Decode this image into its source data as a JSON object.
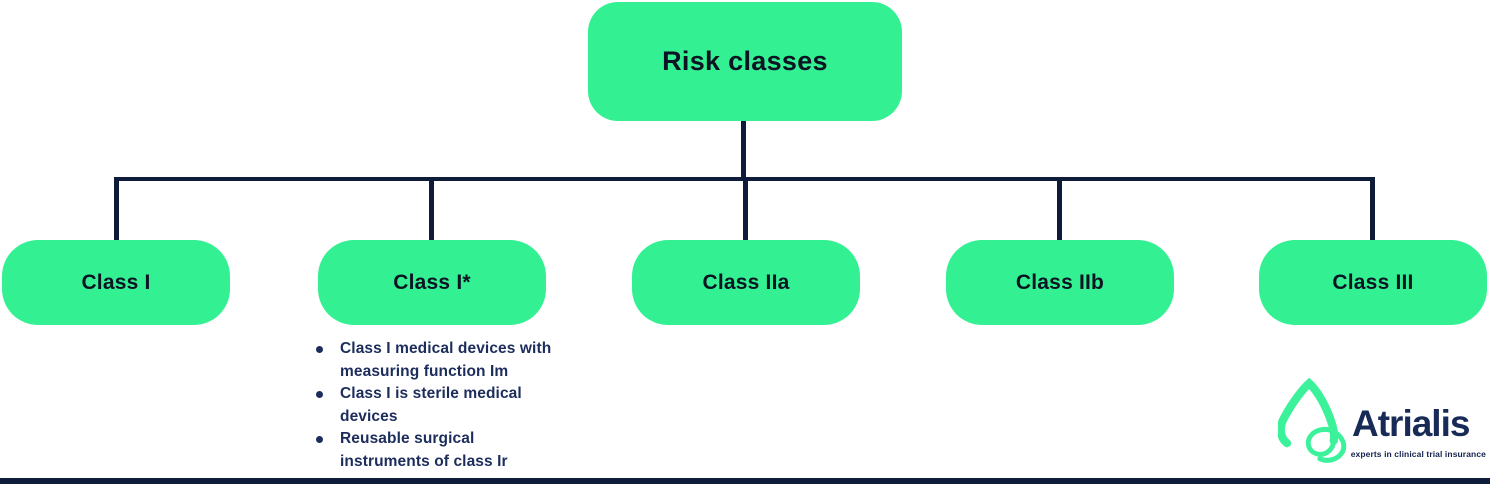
{
  "title_box": {
    "label": "Risk classes"
  },
  "class_boxes": [
    {
      "label": "Class I"
    },
    {
      "label": "Class I*",
      "notes": [
        "Class I medical devices with measuring function Im",
        "Class I is sterile medical devices",
        "Reusable surgical instruments of class Ir"
      ]
    },
    {
      "label": "Class IIa"
    },
    {
      "label": "Class IIb"
    },
    {
      "label": "Class III"
    }
  ],
  "logo": {
    "brand": "Atrialis",
    "tagline": "experts in clinical trial insurance"
  },
  "colors": {
    "node_green": "#33F192",
    "connector_navy": "#0E1C3A",
    "node_text": "#0C1424",
    "note_text": "#1C2D5C",
    "brand_text": "#172B56"
  }
}
